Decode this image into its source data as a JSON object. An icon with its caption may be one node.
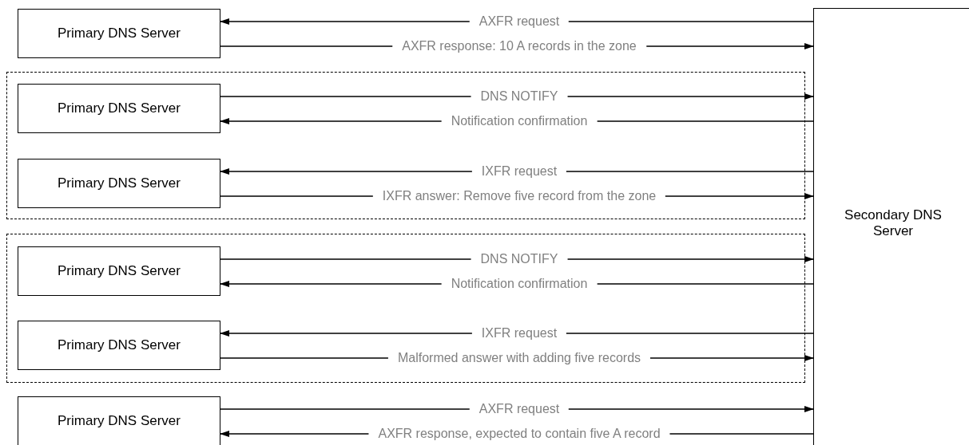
{
  "diagram": {
    "nodes": [
      {
        "text": [
          "Primary DNS Server"
        ]
      },
      {
        "text": [],
        "shape": "box"
      },
      {
        "text": [
          "Primary DNS Server"
        ],
        "in": 1
      },
      {
        "text": [
          "Primary DNS Server"
        ],
        "in": 1
      },
      {
        "text": [],
        "shape": "box"
      },
      {
        "text": [
          "Primary DNS Server"
        ],
        "in": 4
      },
      {
        "text": [
          "Primary DNS Server"
        ],
        "in": 4
      },
      {
        "text": [
          "Primary DNS Server"
        ]
      },
      {
        "text": [
          "Secondary DNS Server"
        ]
      }
    ],
    "edges": [
      {
        "from": 8,
        "to": 0,
        "arrow": "to",
        "label": "AXFR request"
      },
      {
        "from": 0,
        "to": 8,
        "arrow": "to",
        "label": "AXFR response: 10 A records in the zone"
      },
      {
        "from": 2,
        "to": 8,
        "arrow": "to",
        "label": "DNS NOTIFY"
      },
      {
        "from": 8,
        "to": 2,
        "arrow": "to",
        "label": "Notification confirmation"
      },
      {
        "from": 8,
        "to": 3,
        "arrow": "to",
        "label": "IXFR request"
      },
      {
        "from": 3,
        "to": 8,
        "arrow": "to",
        "label": "IXFR answer: Remove five record from the zone"
      },
      {
        "from": 5,
        "to": 8,
        "arrow": "to",
        "label": "DNS NOTIFY"
      },
      {
        "from": 8,
        "to": 5,
        "arrow": "to",
        "label": "Notification confirmation"
      },
      {
        "from": 8,
        "to": 6,
        "arrow": "to",
        "label": "IXFR request"
      },
      {
        "from": 6,
        "to": 8,
        "arrow": "to",
        "label": "Malformed answer with adding five records"
      },
      {
        "from": 7,
        "to": 8,
        "arrow": "to",
        "label": "AXFR request"
      },
      {
        "from": 8,
        "to": 7,
        "arrow": "to",
        "label": "AXFR response, expected to contain five A record"
      }
    ]
  }
}
